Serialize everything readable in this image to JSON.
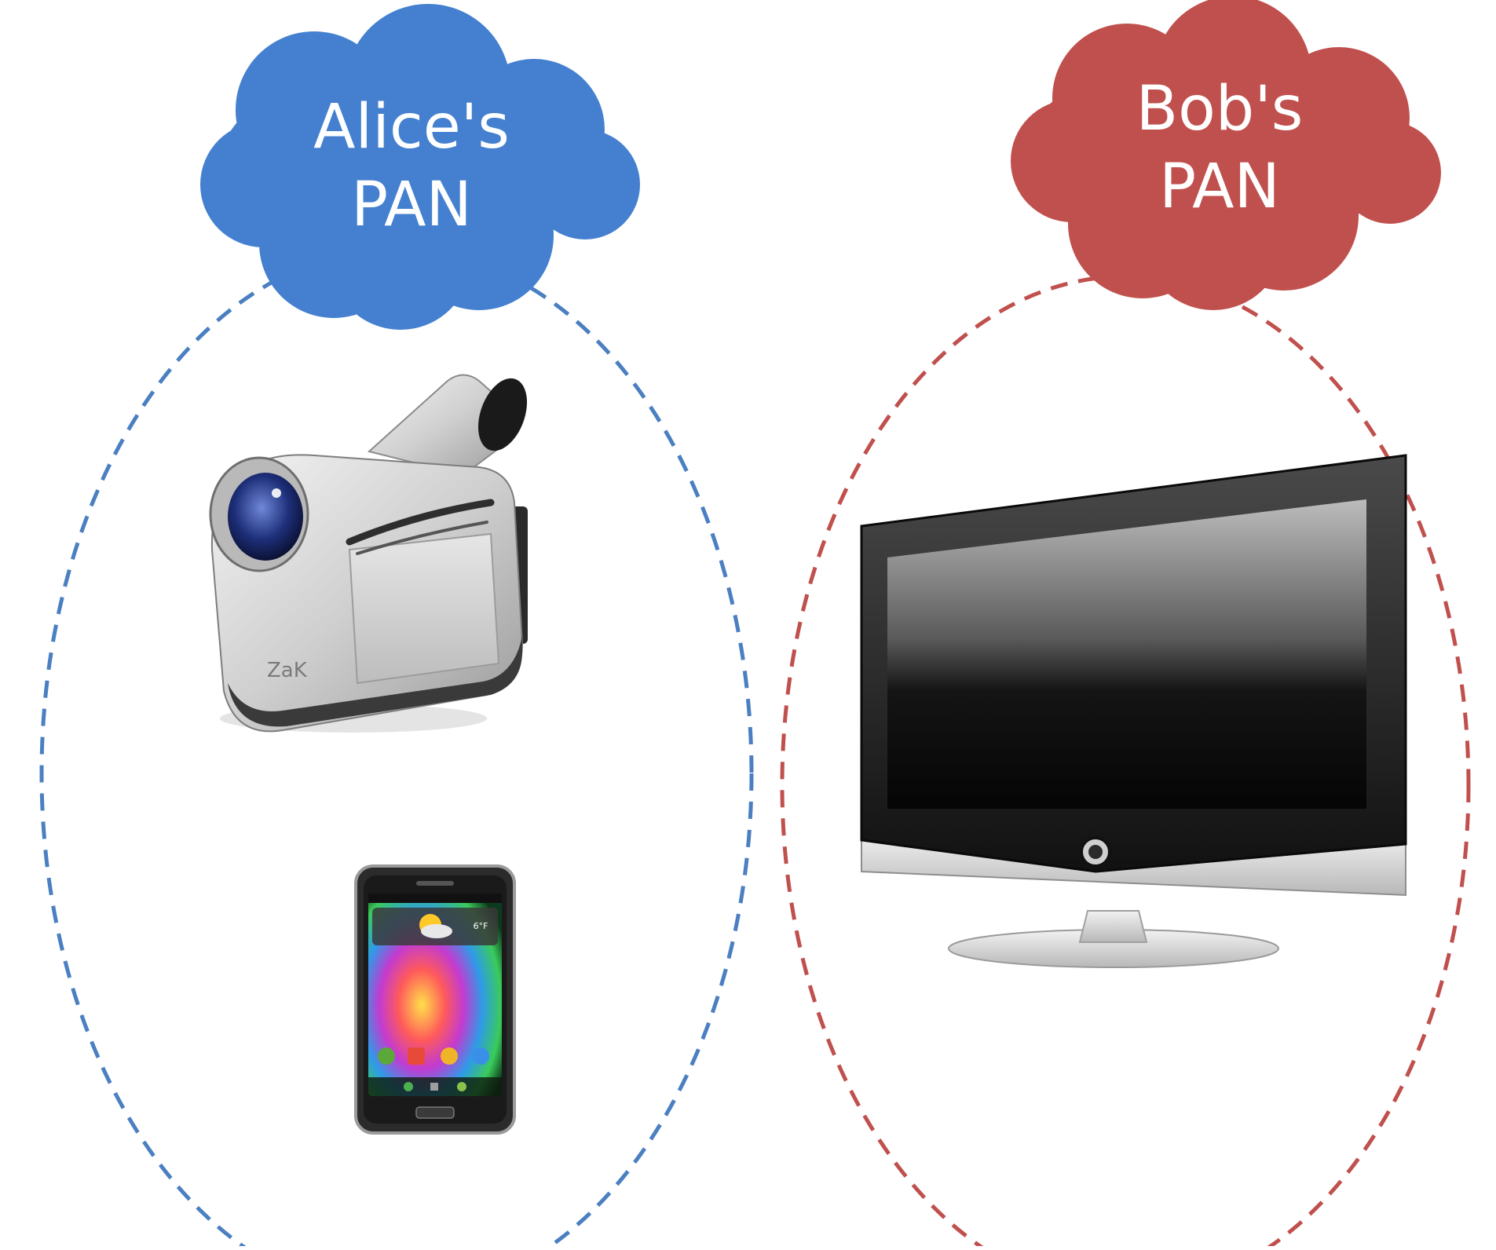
{
  "groups": [
    {
      "id": "alice",
      "line1": "Alice's",
      "line2": "PAN",
      "color": "#4a7fc1",
      "cloud_color": "#4480cf"
    },
    {
      "id": "bob",
      "line1": "Bob's",
      "line2": "PAN",
      "color": "#c0504d",
      "cloud_color": "#c0504d"
    }
  ],
  "devices": [
    {
      "id": "camcorder",
      "icon": "camcorder-icon",
      "group": "alice",
      "brand_text": "ZaK"
    },
    {
      "id": "smartphone",
      "icon": "smartphone-icon",
      "group": "alice"
    },
    {
      "id": "television",
      "icon": "flat-screen-tv-icon",
      "group": "bob"
    }
  ],
  "phone_screen": {
    "temperature": "6°F"
  }
}
